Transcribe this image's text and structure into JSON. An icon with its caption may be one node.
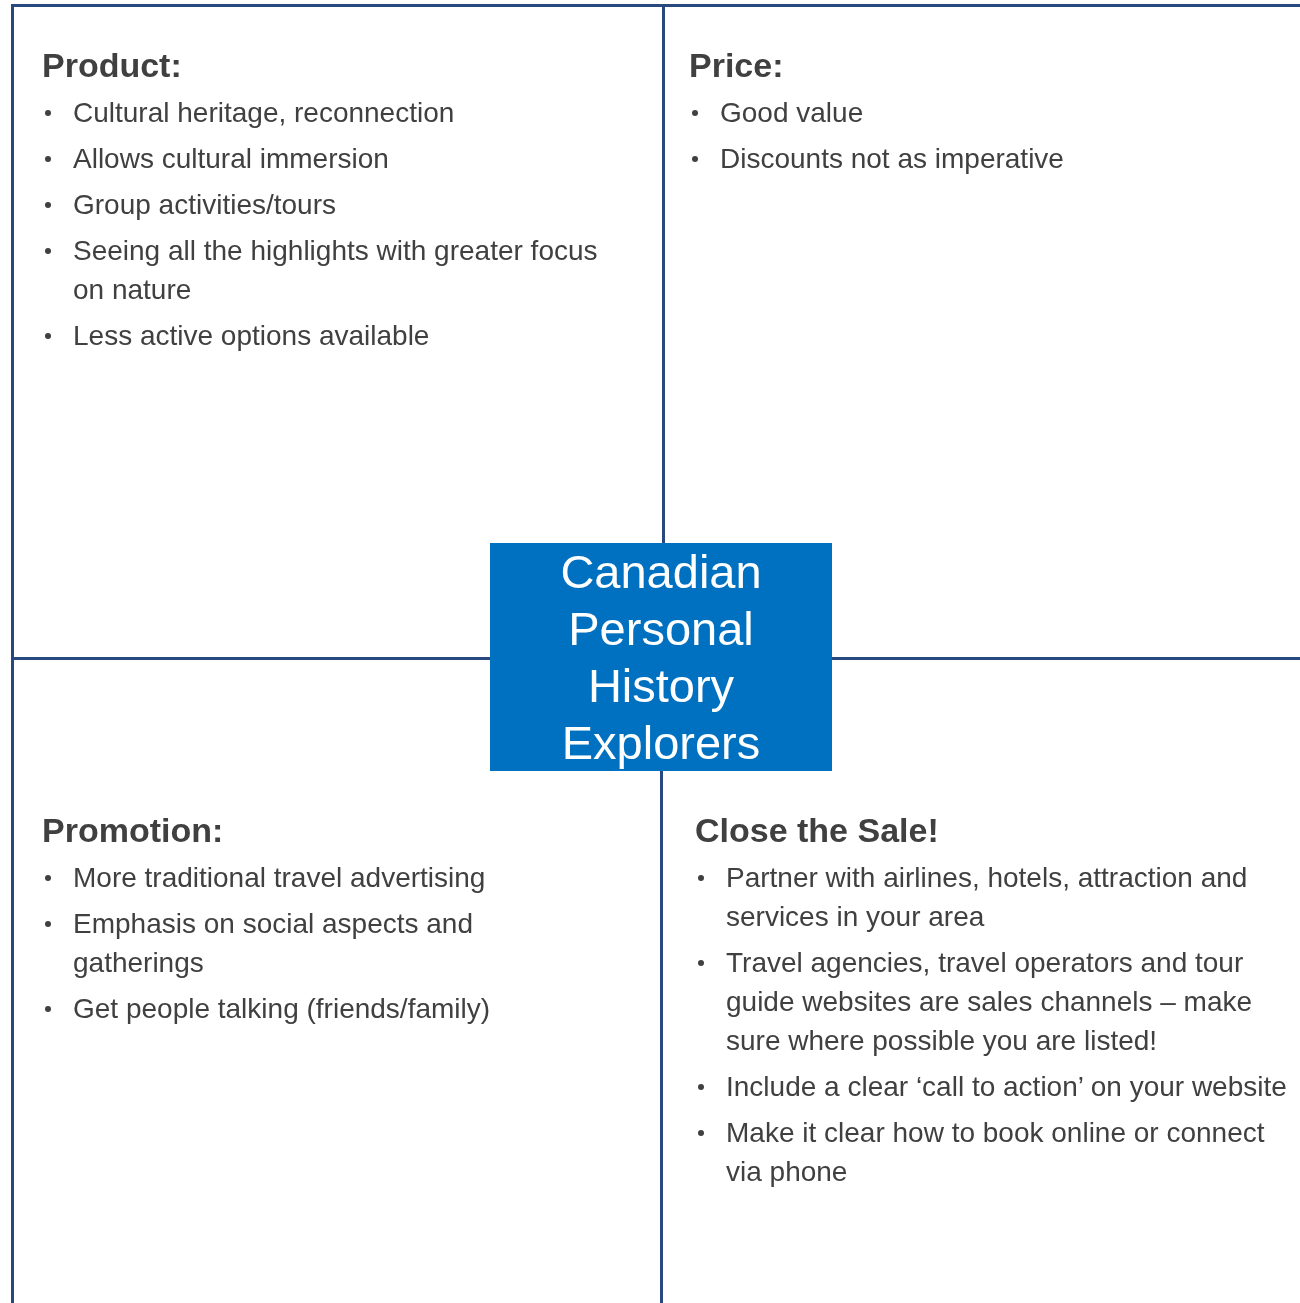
{
  "diagram": {
    "nodes": [
      {
        "text": [
          "Product:",
          "Cultural heritage, reconnection",
          "Allows cultural immersion",
          "Group activities/tours",
          "Seeing all the highlights with greater focus on nature",
          "Less active options available"
        ]
      },
      {
        "text": [
          "Price:",
          "Good value",
          "Discounts not as imperative"
        ]
      },
      {
        "text": [
          "Canadian Personal History Explorers"
        ]
      },
      {
        "text": [
          "Promotion:",
          "More traditional travel advertising",
          "Emphasis on social aspects and gatherings",
          "Get people talking (friends/family)"
        ]
      },
      {
        "text": [
          "Close the Sale!",
          "Partner with airlines, hotels, attraction and services in your area",
          "Travel agencies, travel operators and tour guide websites are sales channels – make sure where possible you are listed!",
          "Include a clear ‘call to action’ on your website",
          "Make it clear how to book online or connect via phone"
        ]
      }
    ],
    "edges": []
  }
}
